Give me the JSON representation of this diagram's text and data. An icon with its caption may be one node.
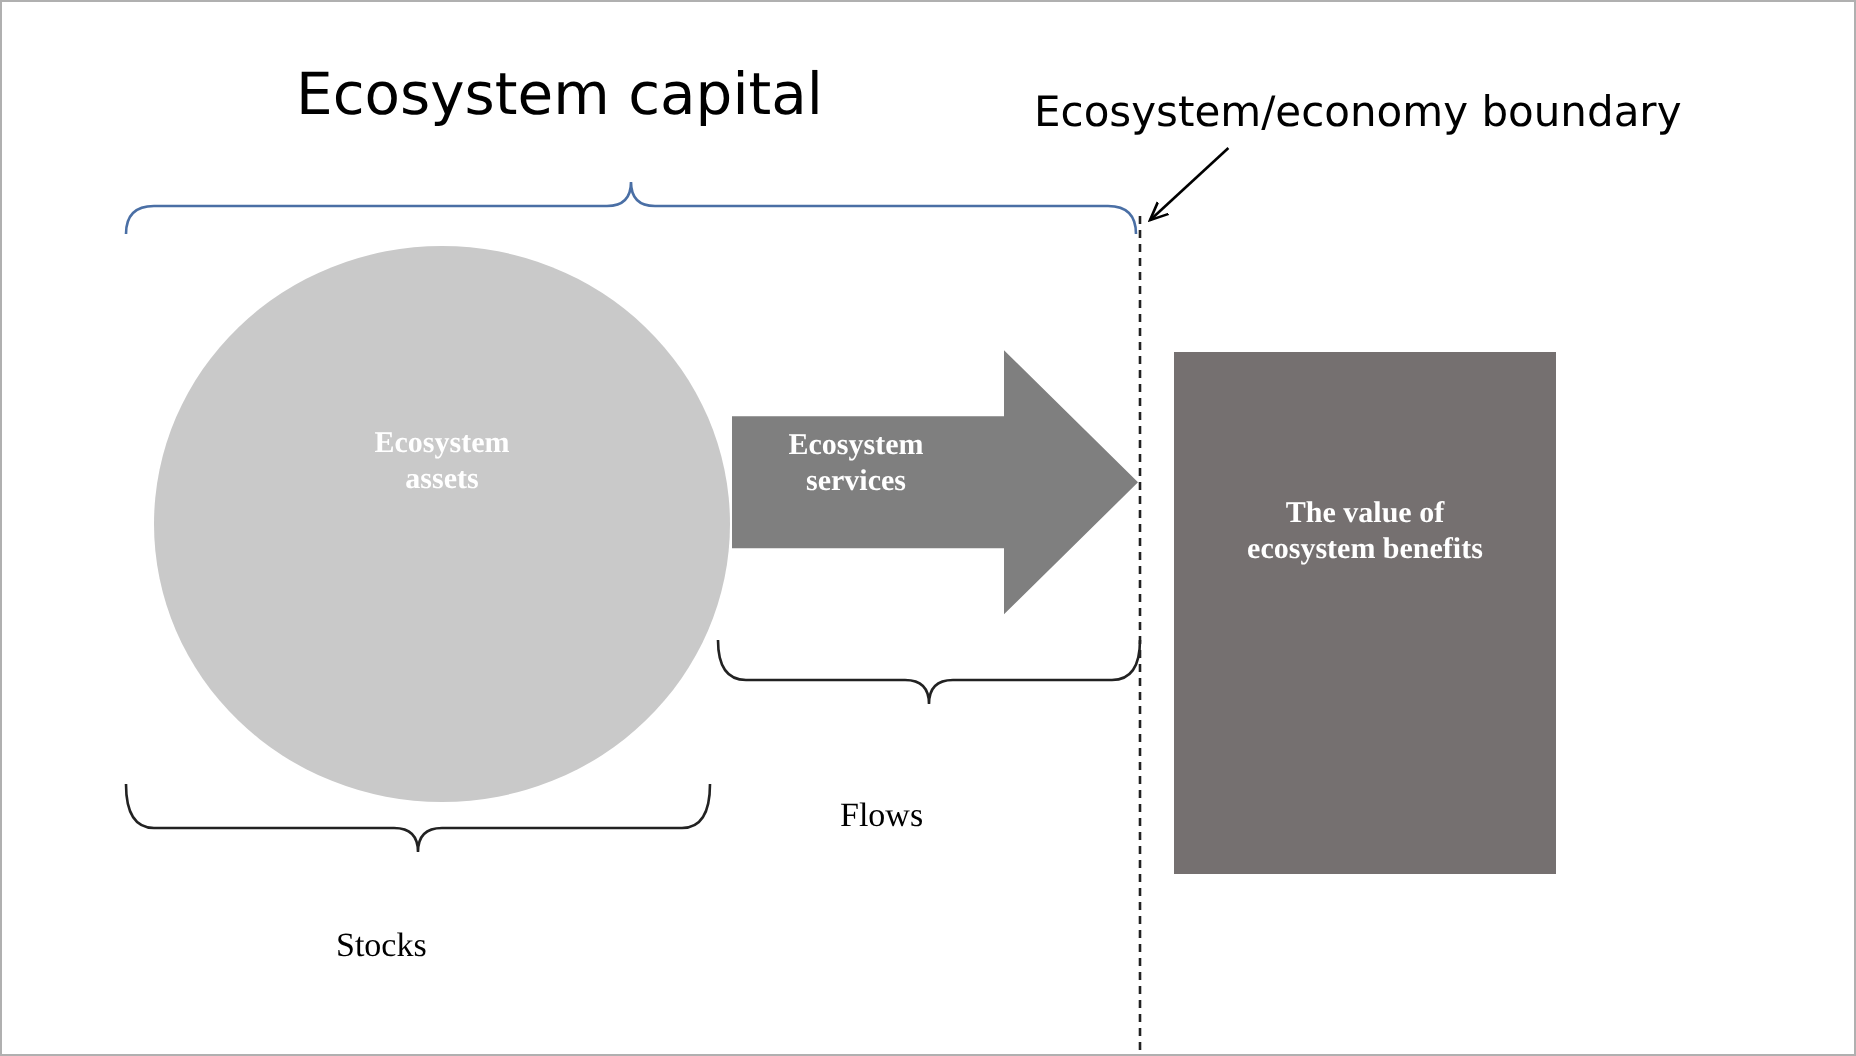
{
  "diagram": {
    "nodes": [
      {
        "text": [
          "Ecosystem assets"
        ]
      },
      {
        "text": [
          "The value of ecosystem benefits"
        ]
      },
      {
        "text": [
          "Ecosystem/economy boundary"
        ]
      },
      {
        "text": [],
        "shape": "line"
      }
    ],
    "edges": [
      {
        "from": 0,
        "to": 1,
        "arrow": "to",
        "label": "Ecosystem services",
        "style": "thick"
      },
      {
        "from": 2,
        "to": 3,
        "arrow": "to"
      }
    ],
    "labels": [
      "Ecosystem capital",
      "Flows",
      "Stocks"
    ]
  }
}
